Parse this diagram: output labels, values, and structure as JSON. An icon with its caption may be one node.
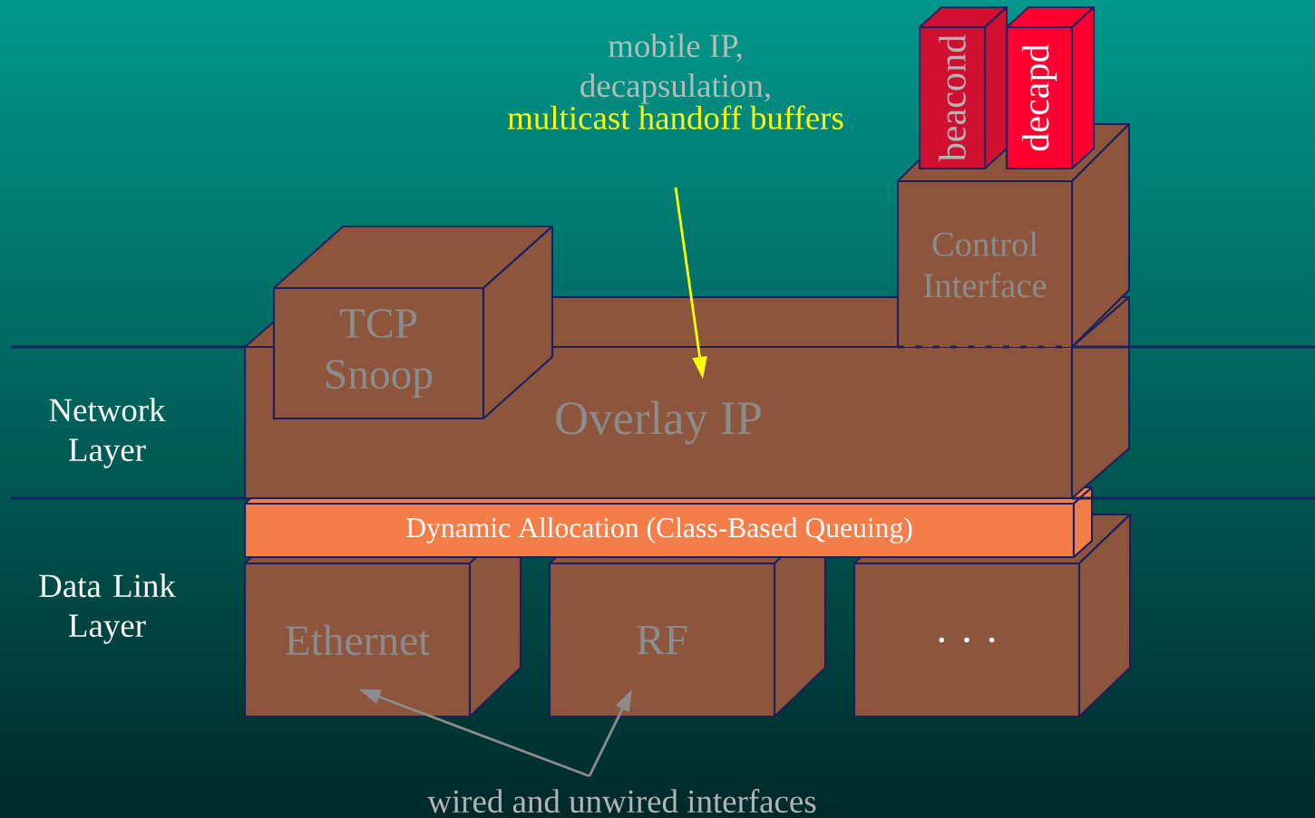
{
  "diagram": {
    "nodes": [
      {
        "text": [
          "Overlay IP"
        ]
      },
      {
        "text": [
          "TCP Snoop"
        ]
      },
      {
        "text": [
          "Control Interface"
        ]
      },
      {
        "text": [
          "beacond"
        ]
      },
      {
        "text": [
          "decapd"
        ]
      },
      {
        "text": [
          "Dynamic Allocation (Class-Based Queuing)"
        ]
      },
      {
        "text": [
          "Ethernet"
        ]
      },
      {
        "text": [
          "RF"
        ]
      },
      {
        "text": [
          ". . ."
        ]
      },
      {
        "text": [
          "mobile IP, decapsulation,",
          "multicast handoff buffers"
        ]
      },
      {
        "text": [
          "wired and unwired interfaces"
        ]
      }
    ],
    "edges": [
      {
        "from": 9,
        "to": 0,
        "arrow": "to",
        "color": "#ffff00"
      },
      {
        "from": 10,
        "to": 6,
        "arrow": "to"
      },
      {
        "from": 10,
        "to": 7,
        "arrow": "to"
      }
    ],
    "labels": [
      "Network Layer",
      "Data Link Layer"
    ]
  }
}
